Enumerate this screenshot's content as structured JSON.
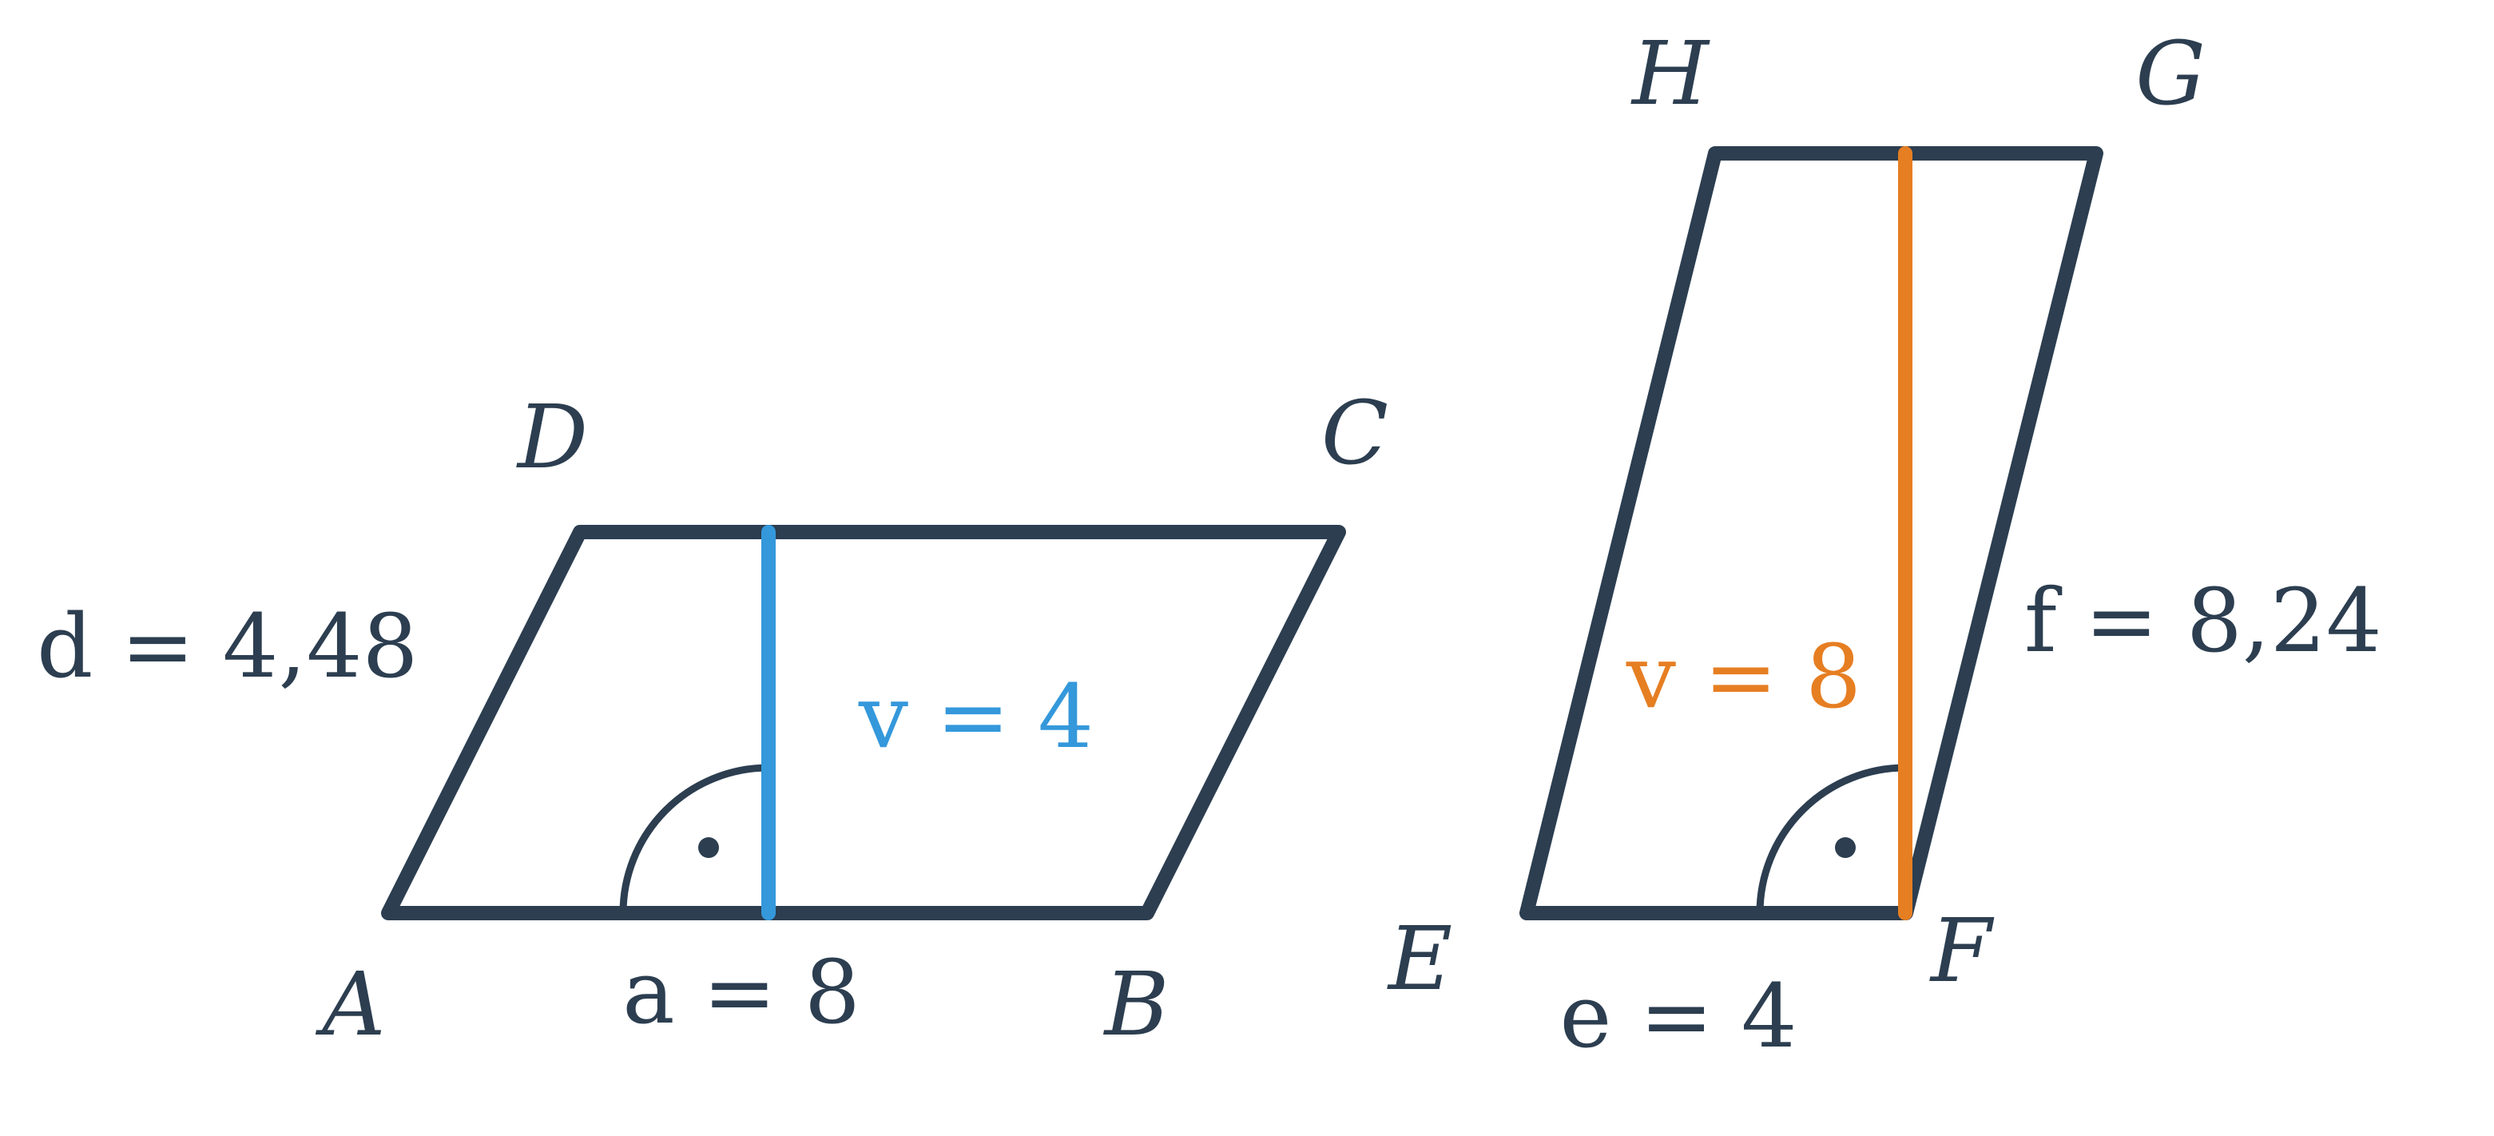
{
  "colors": {
    "shape": "#2c3e50",
    "height_left": "#3498db",
    "height_right": "#e67e22",
    "background": "#ffffff"
  },
  "left_parallelogram": {
    "vertices": [
      "A",
      "B",
      "C",
      "D"
    ],
    "base_label": "a = 8",
    "side_label": "d = 4,48",
    "height_label": "v = 4",
    "right_angle_marker": "right-angle"
  },
  "right_parallelogram": {
    "vertices": [
      "E",
      "F",
      "G",
      "H"
    ],
    "base_label": "e = 4",
    "side_label": "f = 8,24",
    "height_label": "v = 8",
    "right_angle_marker": "right-angle"
  }
}
